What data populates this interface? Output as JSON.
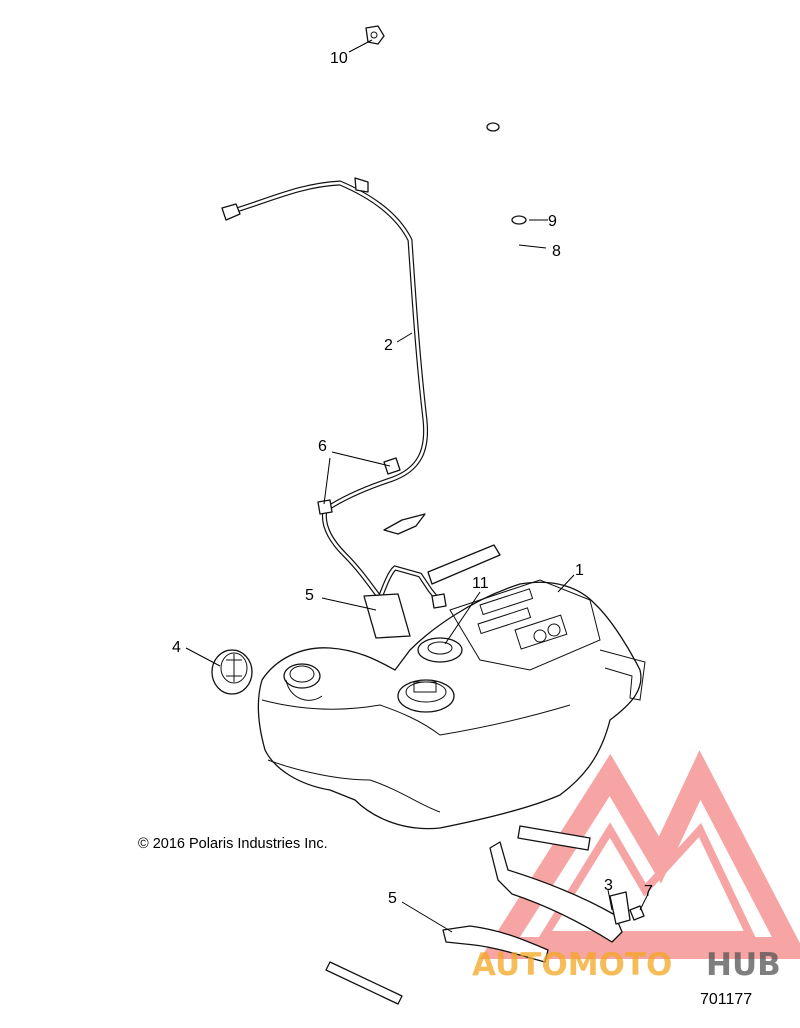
{
  "copyright": "© 2016 Polaris Industries Inc.",
  "figure_number": "701177",
  "watermark": {
    "brand_part1": "AUTOMOTO",
    "brand_part2": "HUB",
    "color_primary": "#f05a5a",
    "color_secondary": "#f5a623",
    "color_tertiary": "#555555"
  },
  "callouts": [
    {
      "id": "c1",
      "label": "1"
    },
    {
      "id": "c2",
      "label": "2"
    },
    {
      "id": "c3",
      "label": "3"
    },
    {
      "id": "c4",
      "label": "4"
    },
    {
      "id": "c5a",
      "label": "5"
    },
    {
      "id": "c5b",
      "label": "5"
    },
    {
      "id": "c6",
      "label": "6"
    },
    {
      "id": "c7",
      "label": "7"
    },
    {
      "id": "c8",
      "label": "8"
    },
    {
      "id": "c9",
      "label": "9"
    },
    {
      "id": "c10",
      "label": "10"
    },
    {
      "id": "c11",
      "label": "11"
    }
  ]
}
